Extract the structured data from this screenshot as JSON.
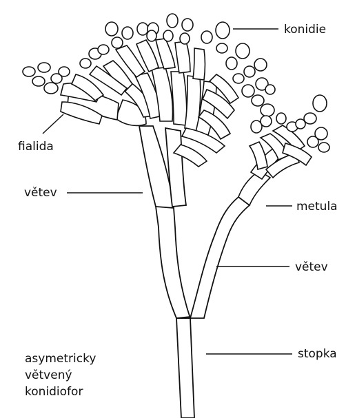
{
  "labels": {
    "konidie": "konidie",
    "fialida": "fialida",
    "vetev_upper": "větev",
    "metula": "metula",
    "vetev_lower": "větev",
    "stopka": "stopka"
  },
  "caption": {
    "line1": "asymetricky",
    "line2": "větvený",
    "line3": "konidiofor"
  }
}
